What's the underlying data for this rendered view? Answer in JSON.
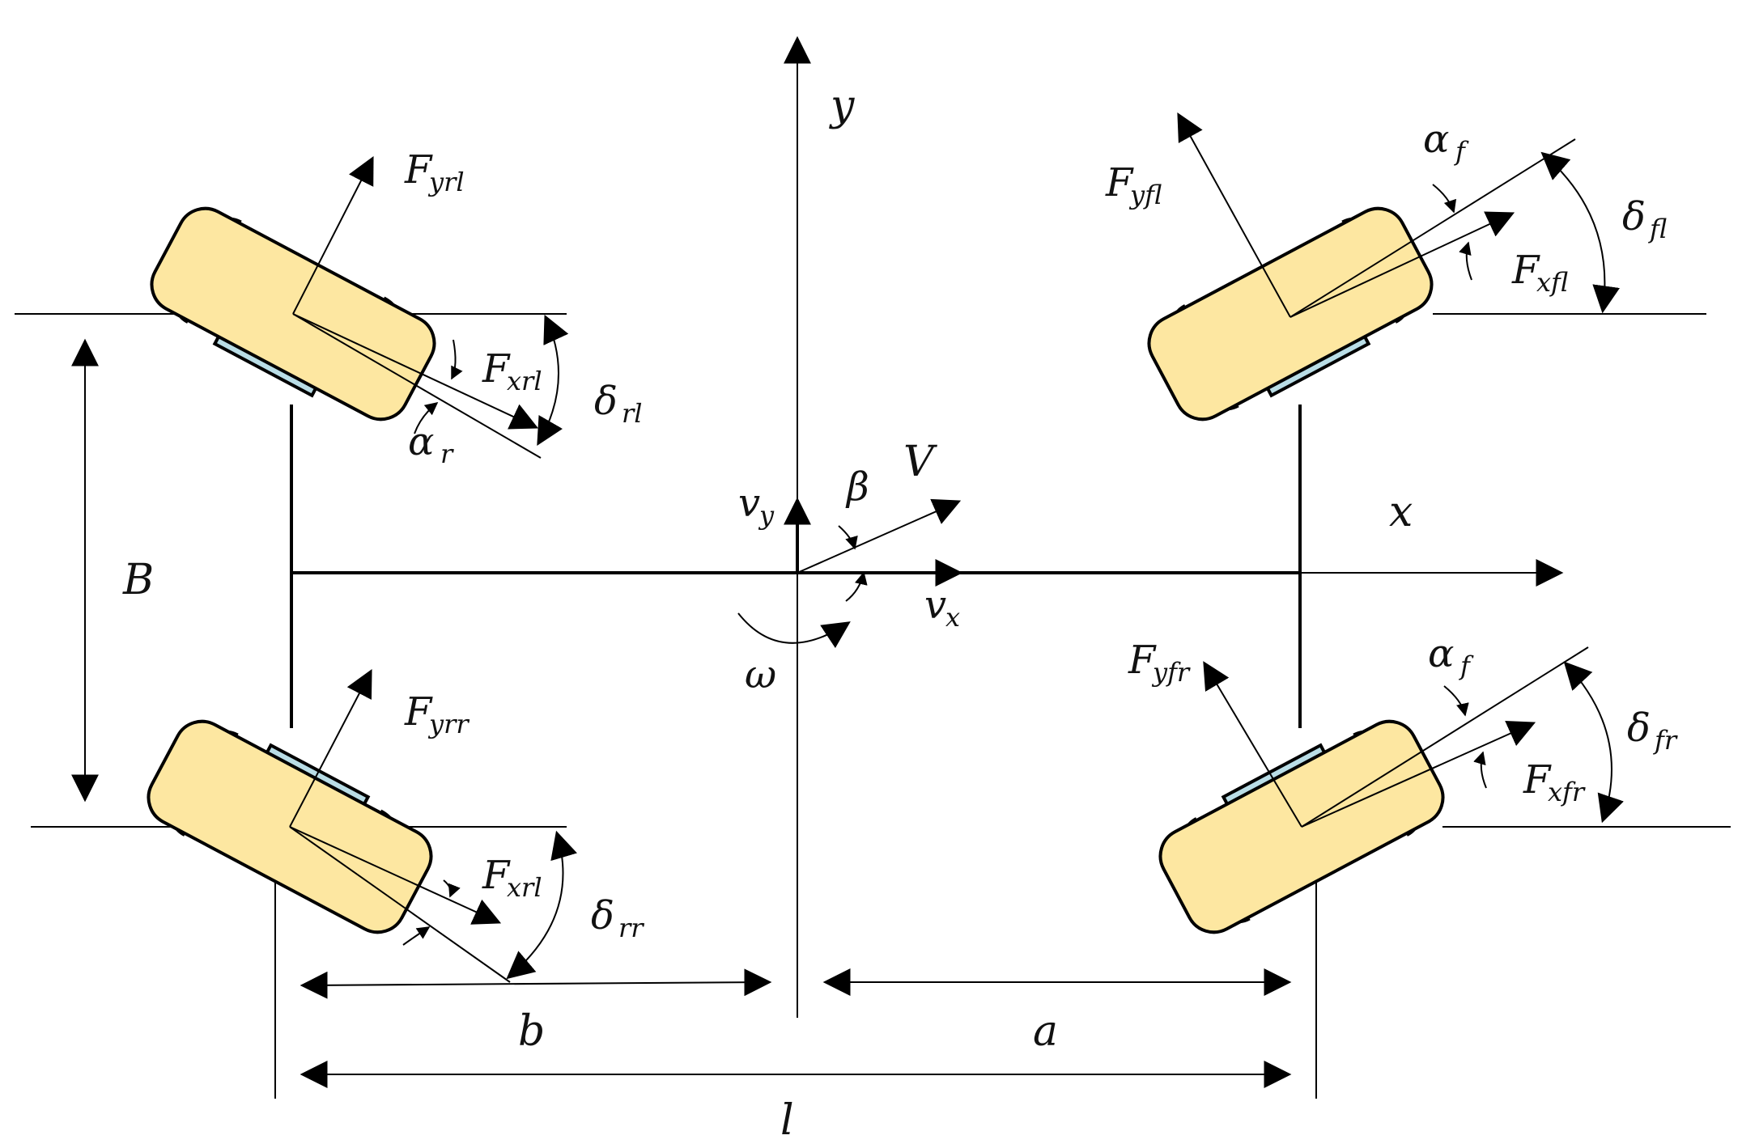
{
  "labels": {
    "y_axis": "y",
    "x_axis": "x",
    "V": "V",
    "beta": "β",
    "vy_main": "v",
    "vy_sub": "y",
    "vx_main": "v",
    "vx_sub": "x",
    "omega": "ω",
    "B": "B",
    "b": "b",
    "a": "a",
    "l": "l",
    "F": "F",
    "delta": "δ",
    "alpha": "α",
    "Fyrl_sub": "yrl",
    "Fxrl_sub": "xrl",
    "Fyrr_sub": "yrr",
    "Fxrr_sub": "xrl",
    "Fyfl_sub": "yfl",
    "Fxfl_sub": "xfl",
    "Fyfr_sub": "yfr",
    "Fxfr_sub": "xfr",
    "delta_rl_sub": "rl",
    "delta_rr_sub": "rr",
    "delta_fl_sub": "fl",
    "delta_fr_sub": "fr",
    "alpha_r_sub": "r",
    "alpha_fl_sub": "f",
    "alpha_fr_sub": "f"
  },
  "colors": {
    "tire_fill": "#fde7a1",
    "hub_fill": "#b9dde6",
    "line": "#000000"
  }
}
